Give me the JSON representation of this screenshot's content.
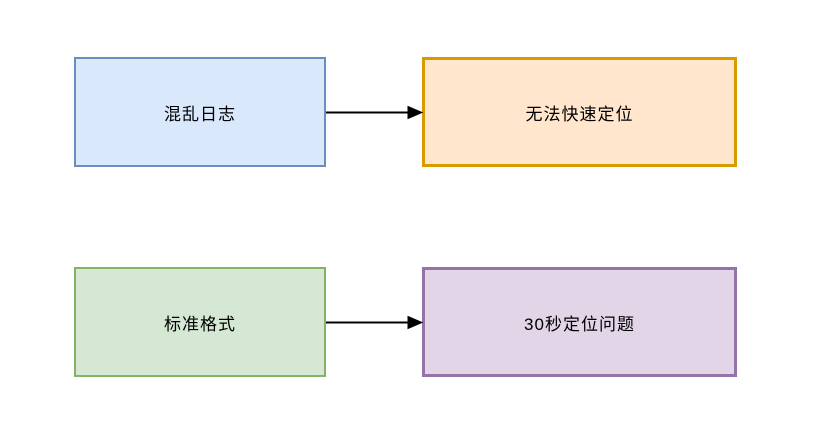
{
  "diagram": {
    "background": "#ffffff",
    "text_color": "#000000",
    "arrow_color": "#000000",
    "nodes": [
      {
        "id": "messy-logs",
        "label": "混乱日志",
        "fill": "#dae8fc",
        "stroke": "#6c8ebf"
      },
      {
        "id": "cannot-locate-fast",
        "label": "无法快速定位",
        "fill": "#ffe6cc",
        "stroke": "#d79b00"
      },
      {
        "id": "standard-format",
        "label": "标准格式",
        "fill": "#d5e8d4",
        "stroke": "#82b366"
      },
      {
        "id": "locate-in-30s",
        "label": "30秒定位问题",
        "fill": "#e1d5e7",
        "stroke": "#9673a6"
      }
    ],
    "edges": [
      {
        "from": "messy-logs",
        "to": "cannot-locate-fast",
        "color": "#000000"
      },
      {
        "from": "standard-format",
        "to": "locate-in-30s",
        "color": "#000000"
      }
    ]
  }
}
